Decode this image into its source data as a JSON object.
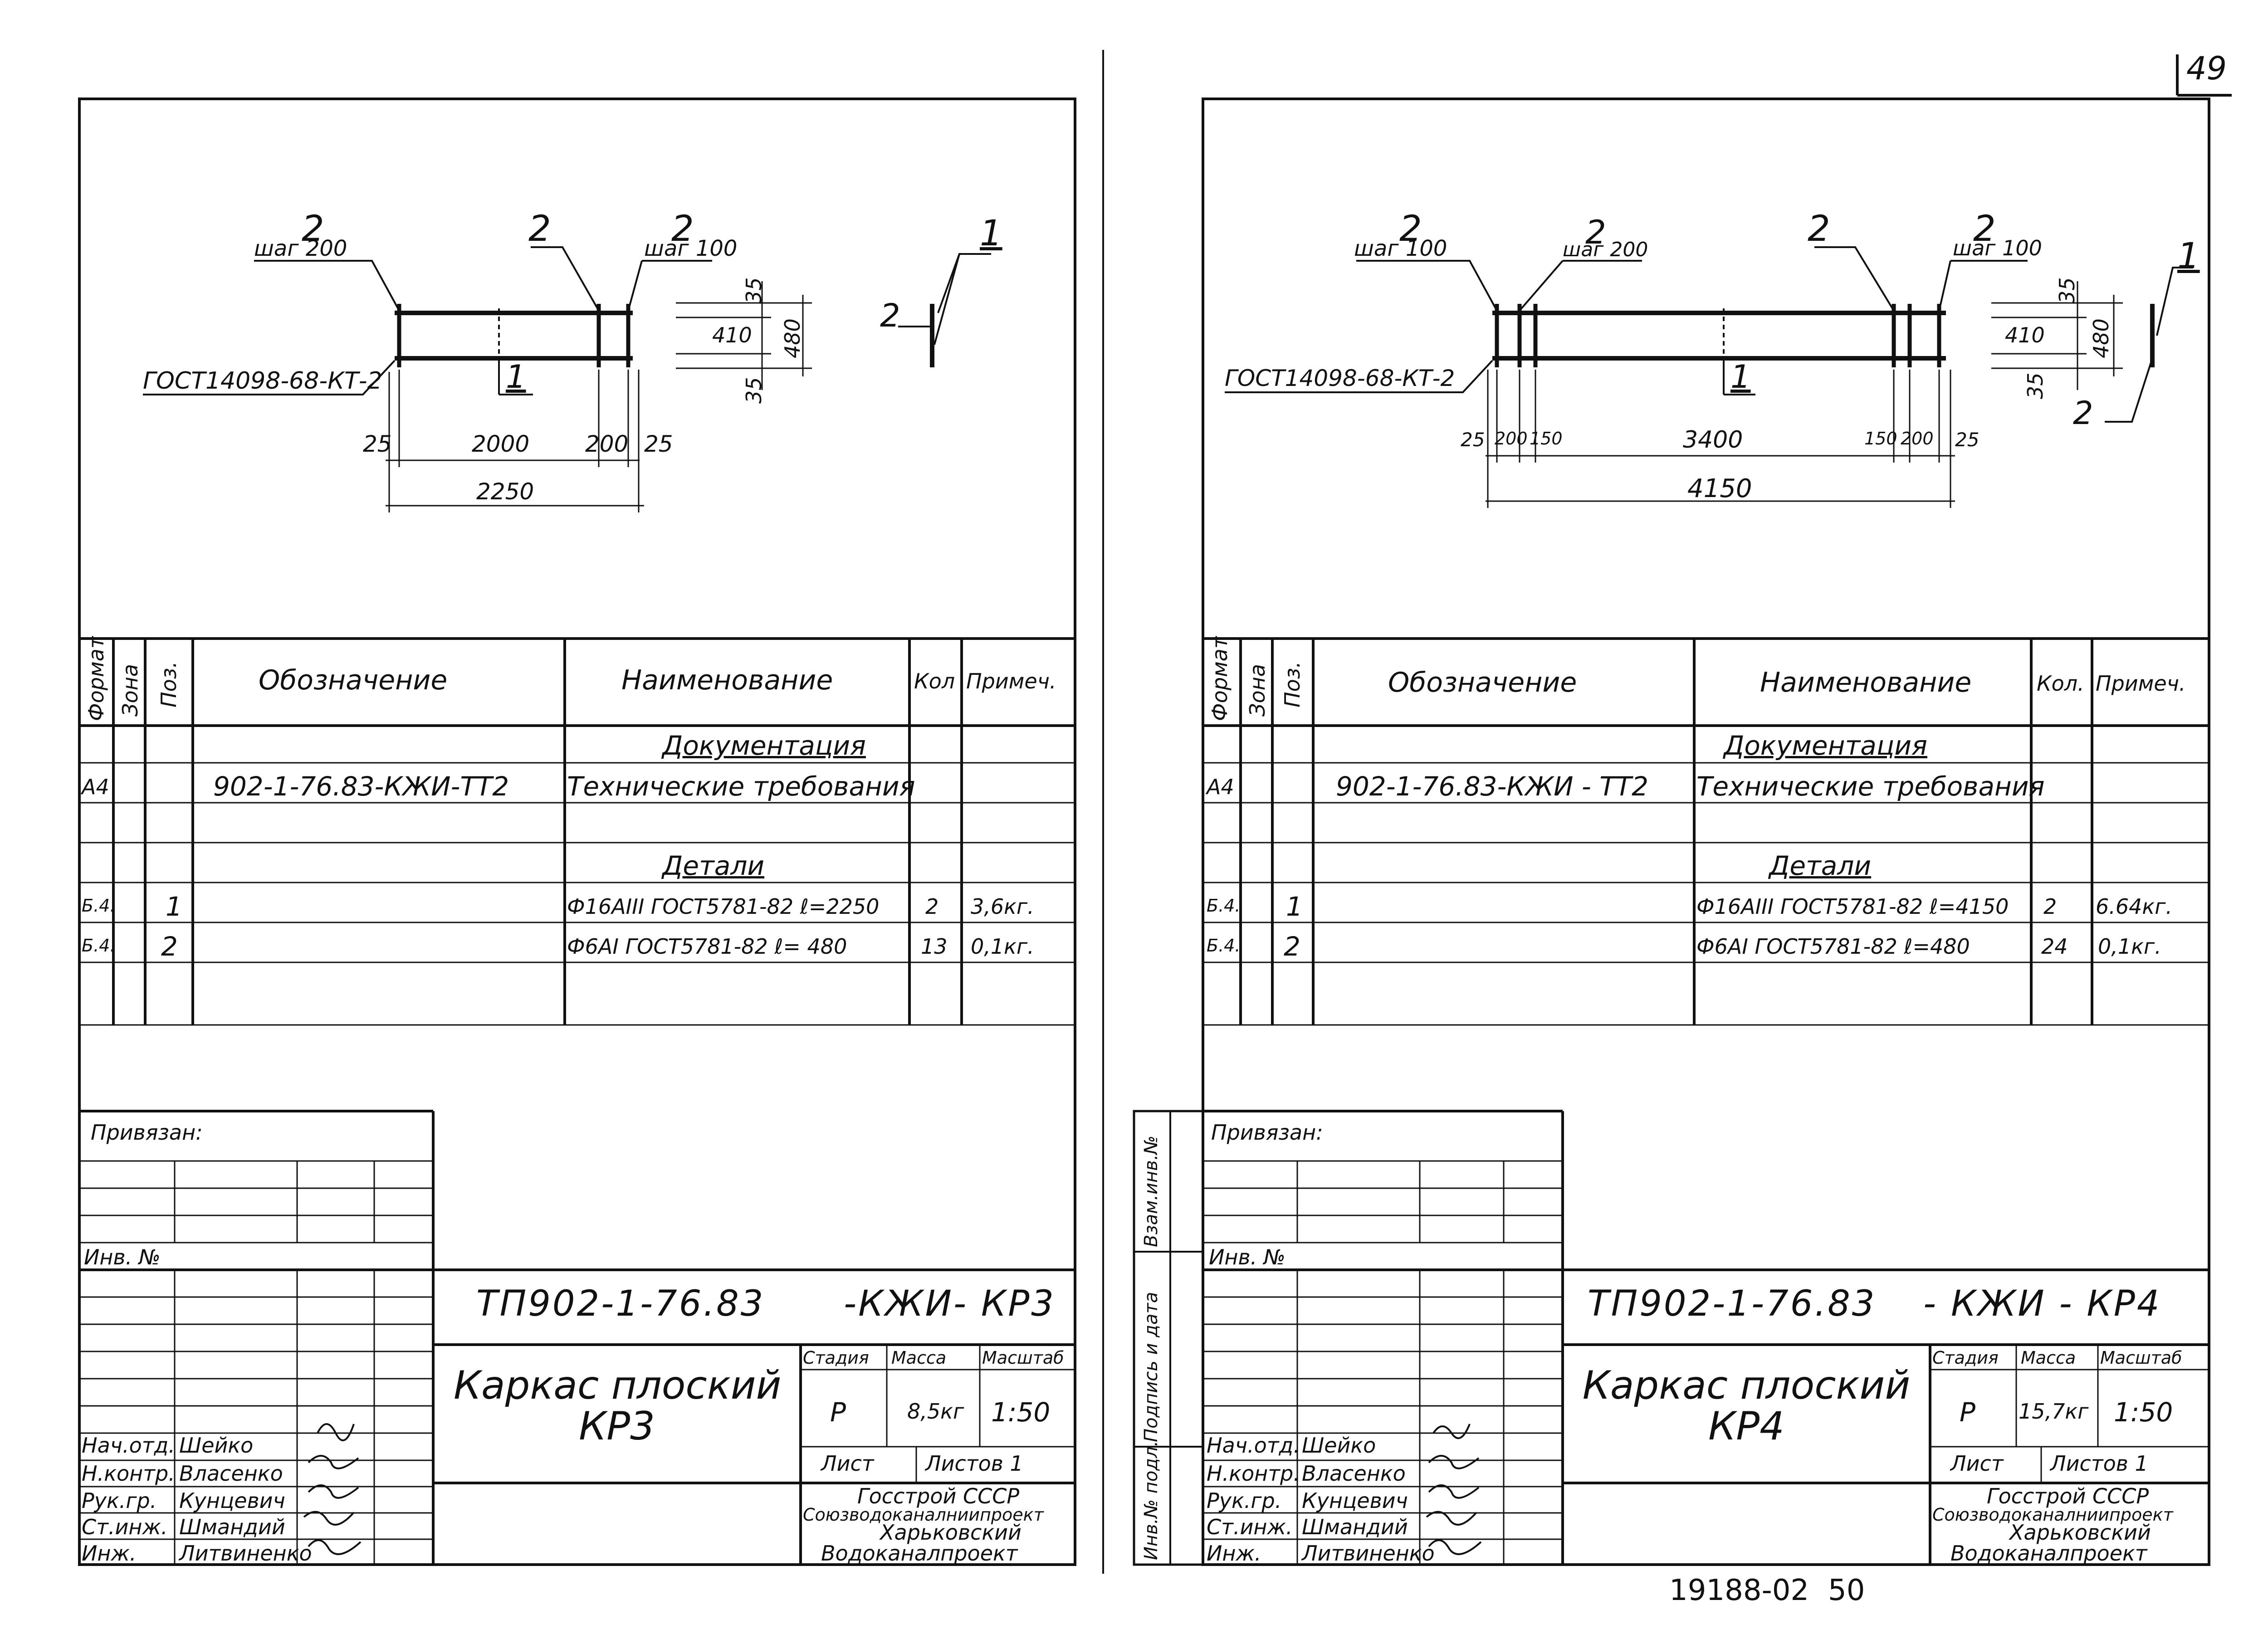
{
  "page_number": "49",
  "footer": {
    "code": "19188-02",
    "num": "50"
  },
  "sheets": [
    {
      "id": "kr3",
      "drawing": {
        "labels": {
          "top_left": "2",
          "top_mid": "2",
          "top_right": "2",
          "side": "1",
          "side_pos": "2",
          "callout_1": "1"
        },
        "step_left": "шаг 200",
        "step_right": "шаг 100",
        "gost": "ГОСТ14098-68-КТ-2",
        "dims_h": [
          "25",
          "2000",
          "200",
          "25"
        ],
        "total": "2250",
        "dims_v": [
          "35",
          "410",
          "480",
          "35"
        ]
      },
      "spec": {
        "headers": {
          "format": "Формат",
          "zone": "Зона",
          "pos": "Поз.",
          "designation": "Обозначение",
          "name": "Наименование",
          "qty": "Кол",
          "note": "Примеч."
        },
        "section_docs": "Документация",
        "doc_row": {
          "format": "А4",
          "designation": "902-1-76.83-КЖИ-ТТ2",
          "name": "Технические требования"
        },
        "section_parts": "Детали",
        "rows": [
          {
            "format": "Б.4.",
            "pos": "1",
            "name": "Ф16АIII ГОСТ5781-82 ℓ=2250",
            "qty": "2",
            "note": "3,6кг."
          },
          {
            "format": "Б.4.",
            "pos": "2",
            "name": "Ф6АI ГОСТ5781-82 ℓ= 480",
            "qty": "13",
            "note": "0,1кг."
          }
        ]
      },
      "stamp": {
        "bound": "Привязан:",
        "inv": "Инв. №",
        "code": "ТП902-1-76.83",
        "code_suffix": "-КЖИ- КР3",
        "title_line1": "Каркас плоский",
        "title_line2": "КР3",
        "stage_label": "Стадия",
        "mass_label": "Масса",
        "scale_label": "Масштаб",
        "stage": "Р",
        "mass": "8,5кг",
        "scale": "1:50",
        "sheet_label": "Лист",
        "sheets_label": "Листов 1",
        "org_line1": "Госстрой СССР",
        "org_line2": "Союзводоканалниипроект",
        "org_line3": "Харьковский",
        "org_line4": "Водоканалпроект",
        "people": [
          {
            "role": "Нач.отд.",
            "name": "Шейко"
          },
          {
            "role": "Н.контр.",
            "name": "Власенко"
          },
          {
            "role": "Рук.гр.",
            "name": "Кунцевич"
          },
          {
            "role": "Ст.инж.",
            "name": "Шмандий"
          },
          {
            "role": "Инж.",
            "name": "Литвиненко"
          }
        ]
      }
    },
    {
      "id": "kr4",
      "drawing": {
        "labels": {
          "top_left": "2",
          "top_mid": "2",
          "top_mid2": "2",
          "top_right": "2",
          "side": "1",
          "side_pos": "2",
          "callout_1": "1"
        },
        "step_left": "шаг 100",
        "step_mid": "шаг 200",
        "step_right": "шаг 100",
        "gost": "ГОСТ14098-68-КТ-2",
        "dims_h": [
          "25",
          "200",
          "150",
          "3400",
          "150",
          "200",
          "25"
        ],
        "total": "4150",
        "dims_v": [
          "35",
          "410",
          "480",
          "35"
        ]
      },
      "spec": {
        "headers": {
          "format": "Формат",
          "zone": "Зона",
          "pos": "Поз.",
          "designation": "Обозначение",
          "name": "Наименование",
          "qty": "Кол.",
          "note": "Примеч."
        },
        "section_docs": "Документация",
        "doc_row": {
          "format": "А4",
          "designation": "902-1-76.83-КЖИ - ТТ2",
          "name": "Технические требования"
        },
        "section_parts": "Детали",
        "rows": [
          {
            "format": "Б.4.",
            "pos": "1",
            "name": "Ф16АIII ГОСТ5781-82 ℓ=4150",
            "qty": "2",
            "note": "6.64кг."
          },
          {
            "format": "Б.4.",
            "pos": "2",
            "name": "Ф6АI ГОСТ5781-82 ℓ=480",
            "qty": "24",
            "note": "0,1кг."
          }
        ]
      },
      "side_labels": [
        "Взам.инв.№",
        "Подпись и дата",
        "Инв.№ подл."
      ],
      "stamp": {
        "bound": "Привязан:",
        "inv": "Инв. №",
        "code": "ТП902-1-76.83",
        "code_suffix": "- КЖИ - КР4",
        "title_line1": "Каркас плоский",
        "title_line2": "КР4",
        "stage_label": "Стадия",
        "mass_label": "Масса",
        "scale_label": "Масштаб",
        "stage": "Р",
        "mass": "15,7кг",
        "scale": "1:50",
        "sheet_label": "Лист",
        "sheets_label": "Листов 1",
        "org_line1": "Госстрой СССР",
        "org_line2": "Союзводоканалниипроект",
        "org_line3": "Харьковский",
        "org_line4": "Водоканалпроект",
        "people": [
          {
            "role": "Нач.отд.",
            "name": "Шейко"
          },
          {
            "role": "Н.контр.",
            "name": "Власенко"
          },
          {
            "role": "Рук.гр.",
            "name": "Кунцевич"
          },
          {
            "role": "Ст.инж.",
            "name": "Шмандий"
          },
          {
            "role": "Инж.",
            "name": "Литвиненко"
          }
        ]
      }
    }
  ]
}
